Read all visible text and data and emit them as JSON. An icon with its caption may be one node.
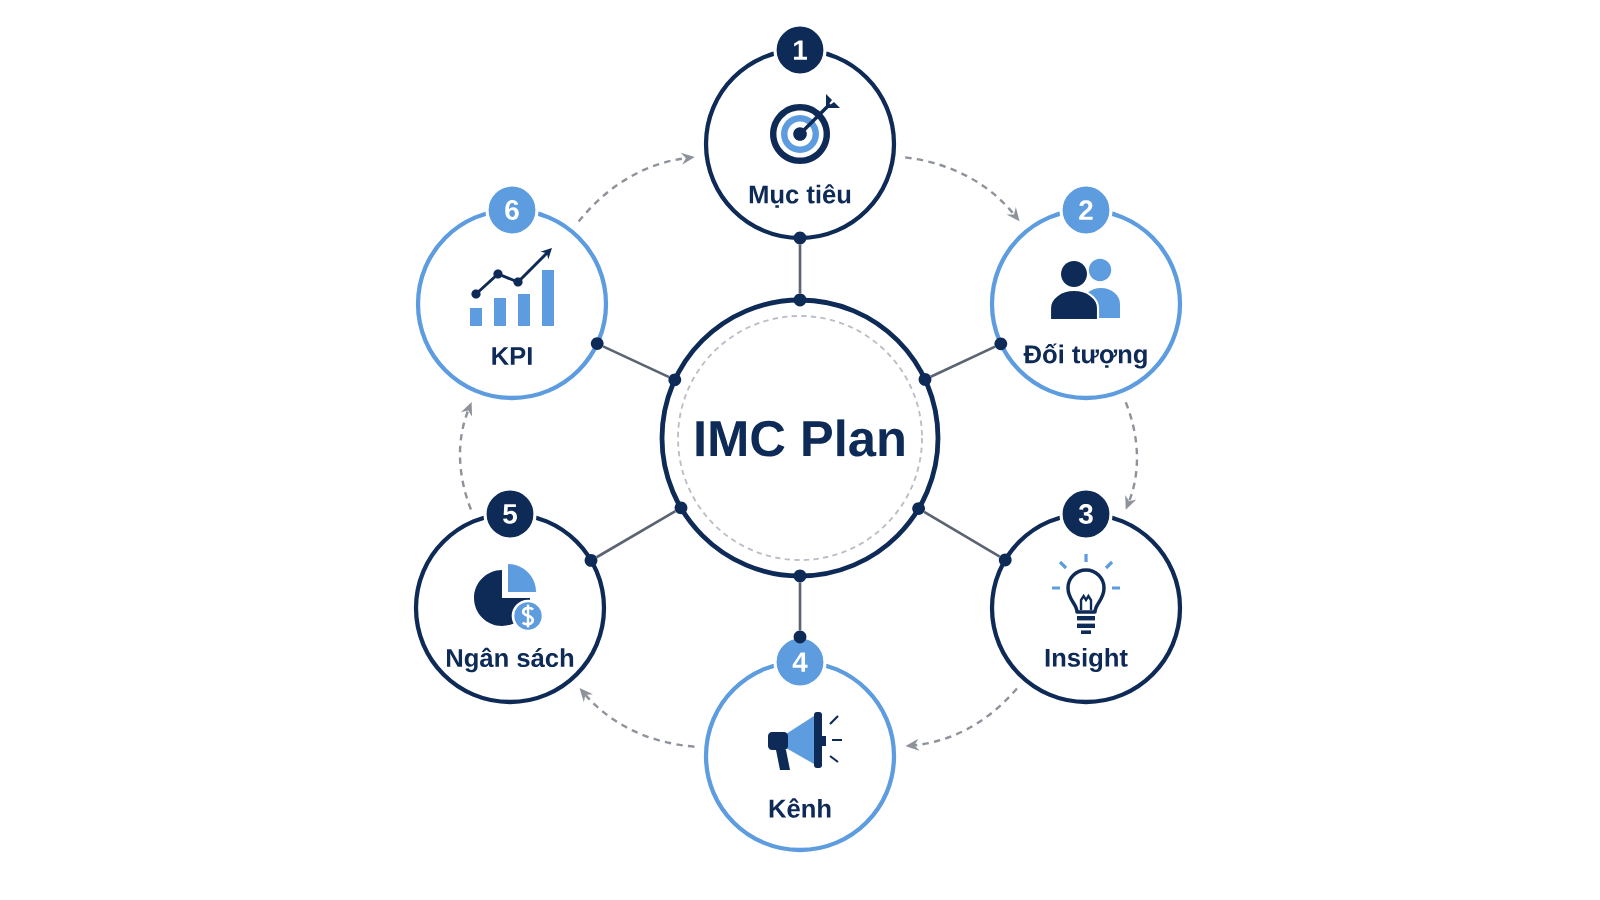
{
  "diagram": {
    "nodes": [
      {
        "text": [
          "IMC Plan"
        ]
      },
      {
        "text": [
          "1",
          "Mục tiêu"
        ]
      },
      {
        "text": [
          "2",
          "Đối tượng"
        ]
      },
      {
        "text": [
          "3",
          "Insight"
        ]
      },
      {
        "text": [
          "4",
          "Kênh"
        ]
      },
      {
        "text": [
          "5",
          "Ngân sách"
        ]
      },
      {
        "text": [
          "6",
          "KPI"
        ]
      }
    ],
    "edges": [
      {
        "from": 0,
        "to": 1,
        "arrow": "none"
      },
      {
        "from": 0,
        "to": 2,
        "arrow": "none"
      },
      {
        "from": 0,
        "to": 3,
        "arrow": "none"
      },
      {
        "from": 0,
        "to": 4,
        "arrow": "none"
      },
      {
        "from": 0,
        "to": 5,
        "arrow": "none"
      },
      {
        "from": 0,
        "to": 6,
        "arrow": "none"
      },
      {
        "from": 1,
        "to": 2,
        "arrow": "to",
        "style": "dashed",
        "color": "#8e939b"
      },
      {
        "from": 2,
        "to": 3,
        "arrow": "to",
        "style": "dashed",
        "color": "#8e939b"
      },
      {
        "from": 3,
        "to": 4,
        "arrow": "to",
        "style": "dashed",
        "color": "#8e939b"
      },
      {
        "from": 4,
        "to": 5,
        "arrow": "to",
        "style": "dashed",
        "color": "#8e939b"
      },
      {
        "from": 5,
        "to": 6,
        "arrow": "to",
        "style": "dashed",
        "color": "#8e939b"
      },
      {
        "from": 6,
        "to": 1,
        "arrow": "to",
        "style": "dashed",
        "color": "#8e939b"
      }
    ]
  }
}
